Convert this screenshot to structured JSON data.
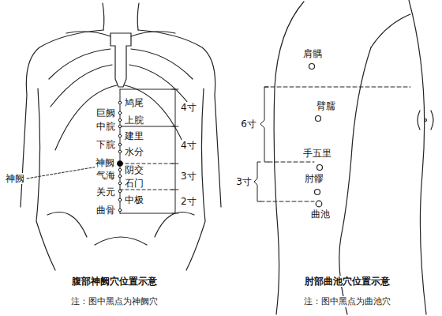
{
  "diagram": {
    "labels": [
      "鸠尾",
      "巨阙",
      "上脘",
      "中脘",
      "建里",
      "下脘",
      "水分",
      "神阙",
      "阴交",
      "气海",
      "石门",
      "关元",
      "中极",
      "曲骨",
      "4寸",
      "4寸",
      "3寸",
      "2寸",
      "神阙",
      "腹部神阙穴位置示意",
      "注：图中黑点为神阙穴",
      "肩髃",
      "臂臑",
      "手五里",
      "肘髎",
      "曲池",
      "6寸",
      "3寸",
      "肘部曲池穴位置示意",
      "注：图中黑点为曲池穴"
    ]
  }
}
